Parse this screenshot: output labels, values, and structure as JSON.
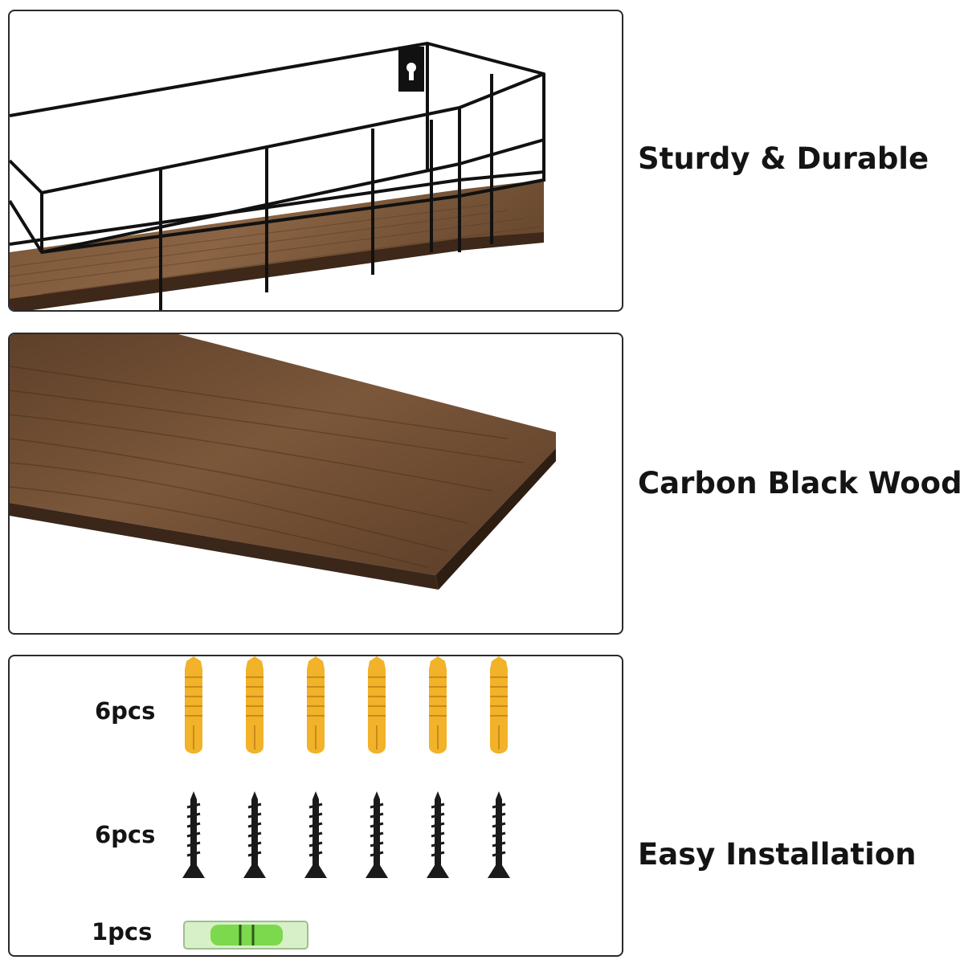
{
  "features": [
    {
      "caption": "Sturdy & Durable"
    },
    {
      "caption": "Carbon Black Wood"
    },
    {
      "caption": "Easy Installation"
    }
  ],
  "accessories": [
    {
      "qty": "6pcs",
      "item": "wall anchor",
      "color": "#f2b229"
    },
    {
      "qty": "6pcs",
      "item": "screw",
      "color": "#1a1a1a"
    },
    {
      "qty": "1pcs",
      "item": "spirit level",
      "color": "#9be06a"
    }
  ],
  "colors": {
    "wood": "#6b4a30",
    "wood_dark": "#3d2819",
    "wire": "#111111",
    "border": "#2a2a2a"
  }
}
